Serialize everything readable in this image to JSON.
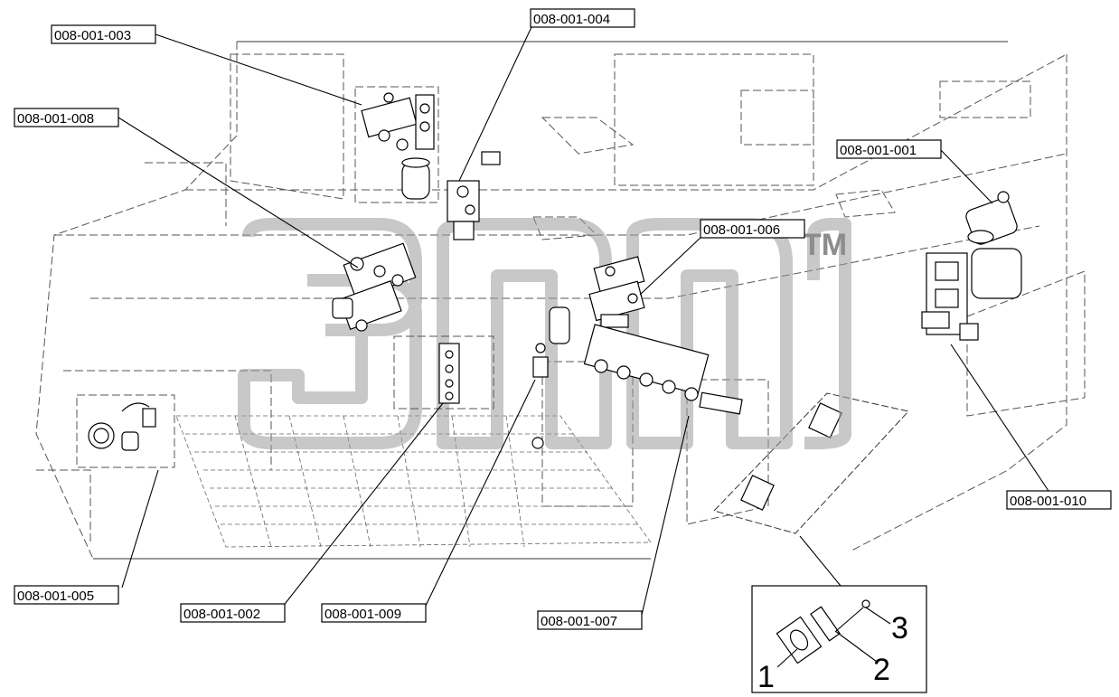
{
  "callouts": [
    {
      "id": "c003",
      "label": "008-001-003"
    },
    {
      "id": "c004",
      "label": "008-001-004"
    },
    {
      "id": "c008",
      "label": "008-001-008"
    },
    {
      "id": "c001",
      "label": "008-001-001"
    },
    {
      "id": "c006",
      "label": "008-001-006"
    },
    {
      "id": "c010",
      "label": "008-001-010"
    },
    {
      "id": "c005",
      "label": "008-001-005"
    },
    {
      "id": "c002",
      "label": "008-001-002"
    },
    {
      "id": "c009",
      "label": "008-001-009"
    },
    {
      "id": "c007",
      "label": "008-001-007"
    }
  ],
  "detail_inset": {
    "items": [
      {
        "number": "1"
      },
      {
        "number": "2"
      },
      {
        "number": "3"
      }
    ]
  },
  "watermark": {
    "trademark": "TM"
  },
  "colors": {
    "line": "#000000",
    "watermark": "#9a9a9a",
    "background": "#ffffff"
  }
}
